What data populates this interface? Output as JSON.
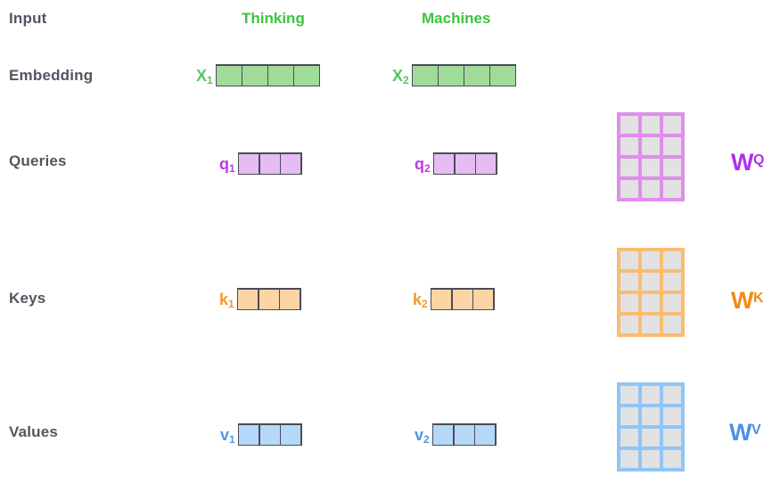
{
  "row_labels": {
    "input": "Input",
    "embedding": "Embedding",
    "queries": "Queries",
    "keys": "Keys",
    "values": "Values"
  },
  "words": {
    "word1": "Thinking",
    "word2": "Machines"
  },
  "vectors": {
    "x1": {
      "base": "X",
      "sub": "1",
      "cells": 4
    },
    "x2": {
      "base": "X",
      "sub": "2",
      "cells": 4
    },
    "q1": {
      "base": "q",
      "sub": "1",
      "cells": 3
    },
    "q2": {
      "base": "q",
      "sub": "2",
      "cells": 3
    },
    "k1": {
      "base": "k",
      "sub": "1",
      "cells": 3
    },
    "k2": {
      "base": "k",
      "sub": "2",
      "cells": 3
    },
    "v1": {
      "base": "v",
      "sub": "1",
      "cells": 3
    },
    "v2": {
      "base": "v",
      "sub": "2",
      "cells": 3
    }
  },
  "weight_matrices": {
    "wq": {
      "base": "W",
      "sup": "Q",
      "rows": 4,
      "cols": 3
    },
    "wk": {
      "base": "W",
      "sup": "K",
      "rows": 4,
      "cols": 3
    },
    "wv": {
      "base": "W",
      "sup": "V",
      "rows": 4,
      "cols": 3
    }
  },
  "colors": {
    "row_label_gray": "#515660",
    "word_green": "#3dc43d",
    "x_label_green": "#58c467",
    "embedding_cell_green": "#a0dc98",
    "query_label_purple": "#bb3be0",
    "query_cell_purple": "#e5bdf2",
    "key_label_orange": "#f79821",
    "key_cell_orange": "#fbd5a4",
    "value_label_blue": "#4a97ef",
    "value_cell_blue": "#b4d8f8",
    "vector_cell_border": "#4a4b59",
    "wq_grid_purple": "#dd8fea",
    "wq_label_purple": "#ae30e8",
    "wk_grid_orange": "#f9bc72",
    "wk_label_orange": "#f28a18",
    "wv_grid_blue": "#90c5f7",
    "wv_label_blue": "#4a90e8",
    "matrix_cell_gray": "#e2e2e2"
  }
}
